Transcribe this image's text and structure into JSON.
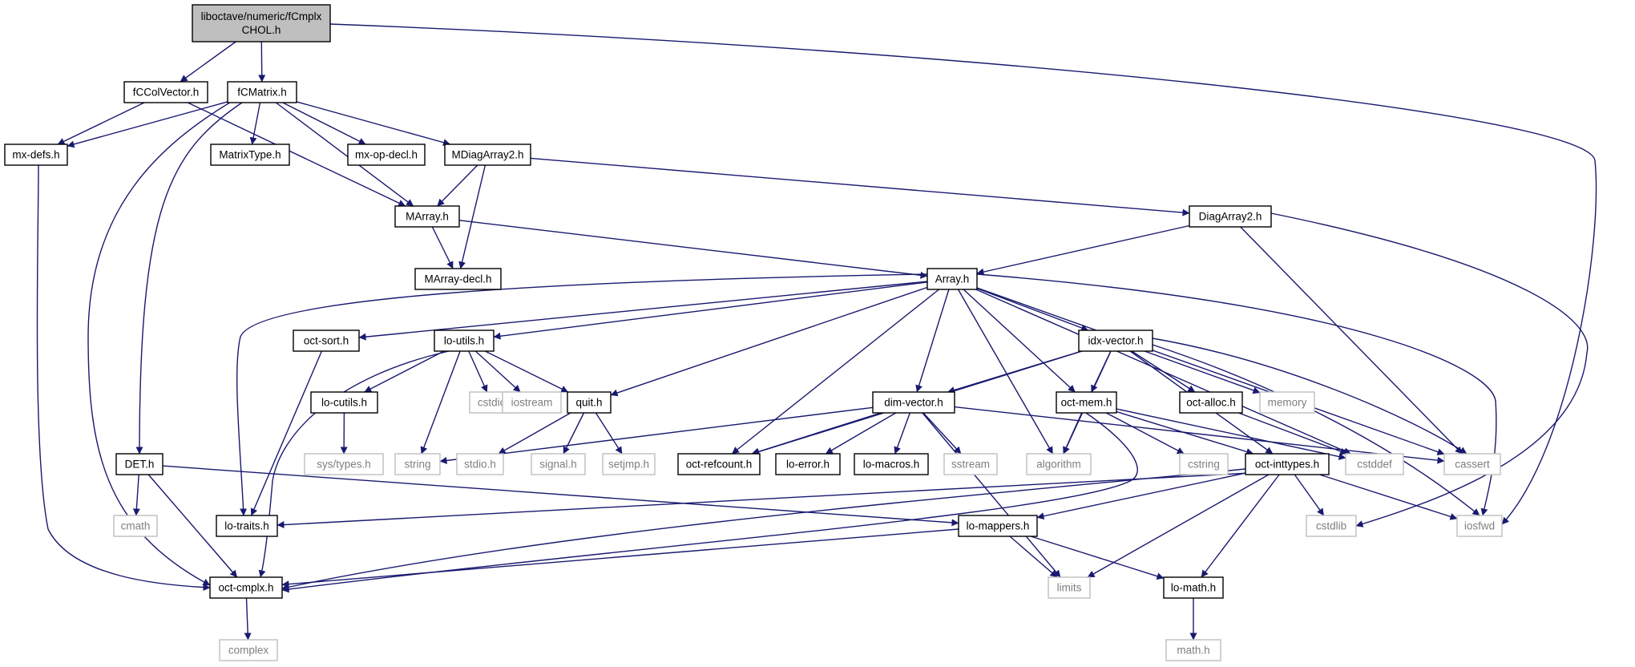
{
  "colors": {
    "edge": "#191970",
    "root_fill": "#bfbfbf",
    "header_border": "#000000",
    "system_border": "#bfbfbf",
    "system_text": "#7f7f7f",
    "text": "#000000"
  },
  "nodes": [
    {
      "id": "root",
      "lines": [
        "liboctave/numeric/fCmplx",
        "CHOL.h"
      ],
      "kind": "root"
    },
    {
      "id": "fCColVector",
      "lines": [
        "fCColVector.h"
      ],
      "kind": "header"
    },
    {
      "id": "fCMatrix",
      "lines": [
        "fCMatrix.h"
      ],
      "kind": "header"
    },
    {
      "id": "mx_defs",
      "lines": [
        "mx-defs.h"
      ],
      "kind": "header"
    },
    {
      "id": "MatrixType",
      "lines": [
        "MatrixType.h"
      ],
      "kind": "header"
    },
    {
      "id": "mx_op_decl",
      "lines": [
        "mx-op-decl.h"
      ],
      "kind": "header"
    },
    {
      "id": "MDiagArray2",
      "lines": [
        "MDiagArray2.h"
      ],
      "kind": "header"
    },
    {
      "id": "MArray",
      "lines": [
        "MArray.h"
      ],
      "kind": "header"
    },
    {
      "id": "DiagArray2",
      "lines": [
        "DiagArray2.h"
      ],
      "kind": "header"
    },
    {
      "id": "MArray_decl",
      "lines": [
        "MArray-decl.h"
      ],
      "kind": "header"
    },
    {
      "id": "Array",
      "lines": [
        "Array.h"
      ],
      "kind": "header"
    },
    {
      "id": "oct_sort",
      "lines": [
        "oct-sort.h"
      ],
      "kind": "header"
    },
    {
      "id": "lo_utils",
      "lines": [
        "lo-utils.h"
      ],
      "kind": "header"
    },
    {
      "id": "idx_vector",
      "lines": [
        "idx-vector.h"
      ],
      "kind": "header"
    },
    {
      "id": "lo_cutils",
      "lines": [
        "lo-cutils.h"
      ],
      "kind": "header"
    },
    {
      "id": "cstdio",
      "lines": [
        "cstdio"
      ],
      "kind": "system"
    },
    {
      "id": "iostream",
      "lines": [
        "iostream"
      ],
      "kind": "system"
    },
    {
      "id": "quit",
      "lines": [
        "quit.h"
      ],
      "kind": "header"
    },
    {
      "id": "dim_vector",
      "lines": [
        "dim-vector.h"
      ],
      "kind": "header"
    },
    {
      "id": "oct_mem",
      "lines": [
        "oct-mem.h"
      ],
      "kind": "header"
    },
    {
      "id": "oct_alloc",
      "lines": [
        "oct-alloc.h"
      ],
      "kind": "header"
    },
    {
      "id": "memory",
      "lines": [
        "memory"
      ],
      "kind": "system"
    },
    {
      "id": "sys_types",
      "lines": [
        "sys/types.h"
      ],
      "kind": "system"
    },
    {
      "id": "DET",
      "lines": [
        "DET.h"
      ],
      "kind": "header"
    },
    {
      "id": "string",
      "lines": [
        "string"
      ],
      "kind": "system"
    },
    {
      "id": "stdio",
      "lines": [
        "stdio.h"
      ],
      "kind": "system"
    },
    {
      "id": "signal",
      "lines": [
        "signal.h"
      ],
      "kind": "system"
    },
    {
      "id": "setjmp",
      "lines": [
        "setjmp.h"
      ],
      "kind": "system"
    },
    {
      "id": "oct_refcount",
      "lines": [
        "oct-refcount.h"
      ],
      "kind": "header"
    },
    {
      "id": "lo_error",
      "lines": [
        "lo-error.h"
      ],
      "kind": "header"
    },
    {
      "id": "lo_macros",
      "lines": [
        "lo-macros.h"
      ],
      "kind": "header"
    },
    {
      "id": "sstream",
      "lines": [
        "sstream"
      ],
      "kind": "system"
    },
    {
      "id": "algorithm",
      "lines": [
        "algorithm"
      ],
      "kind": "system"
    },
    {
      "id": "cstring",
      "lines": [
        "cstring"
      ],
      "kind": "system"
    },
    {
      "id": "oct_inttypes",
      "lines": [
        "oct-inttypes.h"
      ],
      "kind": "header"
    },
    {
      "id": "cstddef",
      "lines": [
        "cstddef"
      ],
      "kind": "system"
    },
    {
      "id": "cassert",
      "lines": [
        "cassert"
      ],
      "kind": "system"
    },
    {
      "id": "cmath",
      "lines": [
        "cmath"
      ],
      "kind": "system"
    },
    {
      "id": "lo_traits",
      "lines": [
        "lo-traits.h"
      ],
      "kind": "header"
    },
    {
      "id": "lo_mappers",
      "lines": [
        "lo-mappers.h"
      ],
      "kind": "header"
    },
    {
      "id": "cstdlib",
      "lines": [
        "cstdlib"
      ],
      "kind": "system"
    },
    {
      "id": "iosfwd",
      "lines": [
        "iosfwd"
      ],
      "kind": "system"
    },
    {
      "id": "oct_cmplx",
      "lines": [
        "oct-cmplx.h"
      ],
      "kind": "header"
    },
    {
      "id": "limits",
      "lines": [
        "limits"
      ],
      "kind": "system"
    },
    {
      "id": "lo_math",
      "lines": [
        "lo-math.h"
      ],
      "kind": "header"
    },
    {
      "id": "complex",
      "lines": [
        "complex"
      ],
      "kind": "system"
    },
    {
      "id": "math_h",
      "lines": [
        "math.h"
      ],
      "kind": "system"
    }
  ],
  "edges": [
    [
      "root",
      "fCColVector"
    ],
    [
      "root",
      "fCMatrix"
    ],
    [
      "root",
      "iosfwd"
    ],
    [
      "fCColVector",
      "mx_defs"
    ],
    [
      "fCColVector",
      "MArray"
    ],
    [
      "fCMatrix",
      "mx_defs"
    ],
    [
      "fCMatrix",
      "MatrixType"
    ],
    [
      "fCMatrix",
      "mx_op_decl"
    ],
    [
      "fCMatrix",
      "MDiagArray2"
    ],
    [
      "fCMatrix",
      "MArray"
    ],
    [
      "fCMatrix",
      "DET"
    ],
    [
      "fCMatrix",
      "oct_cmplx"
    ],
    [
      "mx_defs",
      "oct_cmplx"
    ],
    [
      "MDiagArray2",
      "MArray"
    ],
    [
      "MDiagArray2",
      "MArray_decl"
    ],
    [
      "MDiagArray2",
      "DiagArray2"
    ],
    [
      "MArray",
      "MArray_decl"
    ],
    [
      "MArray",
      "Array"
    ],
    [
      "DiagArray2",
      "Array"
    ],
    [
      "DiagArray2",
      "cassert"
    ],
    [
      "DiagArray2",
      "cstdlib"
    ],
    [
      "Array",
      "lo_traits"
    ],
    [
      "Array",
      "oct_sort"
    ],
    [
      "Array",
      "lo_utils"
    ],
    [
      "Array",
      "quit"
    ],
    [
      "Array",
      "oct_refcount"
    ],
    [
      "Array",
      "dim_vector"
    ],
    [
      "Array",
      "algorithm"
    ],
    [
      "Array",
      "oct_mem"
    ],
    [
      "Array",
      "idx_vector"
    ],
    [
      "Array",
      "cstddef"
    ],
    [
      "Array",
      "cassert"
    ],
    [
      "Array",
      "iosfwd"
    ],
    [
      "oct_sort",
      "lo_traits"
    ],
    [
      "lo_utils",
      "lo_cutils"
    ],
    [
      "lo_utils",
      "cstdio"
    ],
    [
      "lo_utils",
      "iostream"
    ],
    [
      "lo_utils",
      "quit"
    ],
    [
      "lo_utils",
      "string"
    ],
    [
      "lo_utils",
      "oct_cmplx"
    ],
    [
      "lo_cutils",
      "sys_types"
    ],
    [
      "quit",
      "stdio"
    ],
    [
      "quit",
      "signal"
    ],
    [
      "quit",
      "setjmp"
    ],
    [
      "idx_vector",
      "oct_refcount"
    ],
    [
      "idx_vector",
      "dim_vector"
    ],
    [
      "idx_vector",
      "algorithm"
    ],
    [
      "idx_vector",
      "oct_mem"
    ],
    [
      "idx_vector",
      "oct_alloc"
    ],
    [
      "idx_vector",
      "memory"
    ],
    [
      "idx_vector",
      "oct_inttypes"
    ],
    [
      "idx_vector",
      "cassert"
    ],
    [
      "idx_vector",
      "iosfwd"
    ],
    [
      "dim_vector",
      "string"
    ],
    [
      "dim_vector",
      "oct_refcount"
    ],
    [
      "dim_vector",
      "lo_error"
    ],
    [
      "dim_vector",
      "lo_macros"
    ],
    [
      "dim_vector",
      "sstream"
    ],
    [
      "dim_vector",
      "cassert"
    ],
    [
      "dim_vector",
      "limits"
    ],
    [
      "oct_mem",
      "algorithm"
    ],
    [
      "oct_mem",
      "cstring"
    ],
    [
      "oct_mem",
      "oct_inttypes"
    ],
    [
      "oct_mem",
      "cstddef"
    ],
    [
      "oct_mem",
      "oct_cmplx"
    ],
    [
      "oct_alloc",
      "cstddef"
    ],
    [
      "oct_inttypes",
      "lo_traits"
    ],
    [
      "oct_inttypes",
      "lo_mappers"
    ],
    [
      "oct_inttypes",
      "limits"
    ],
    [
      "oct_inttypes",
      "lo_math"
    ],
    [
      "oct_inttypes",
      "cstdlib"
    ],
    [
      "oct_inttypes",
      "iosfwd"
    ],
    [
      "oct_inttypes",
      "oct_cmplx"
    ],
    [
      "DET",
      "cmath"
    ],
    [
      "DET",
      "oct_cmplx"
    ],
    [
      "DET",
      "lo_mappers"
    ],
    [
      "lo_mappers",
      "oct_cmplx"
    ],
    [
      "lo_mappers",
      "limits"
    ],
    [
      "lo_mappers",
      "lo_math"
    ],
    [
      "oct_cmplx",
      "complex"
    ],
    [
      "lo_math",
      "math_h"
    ]
  ]
}
